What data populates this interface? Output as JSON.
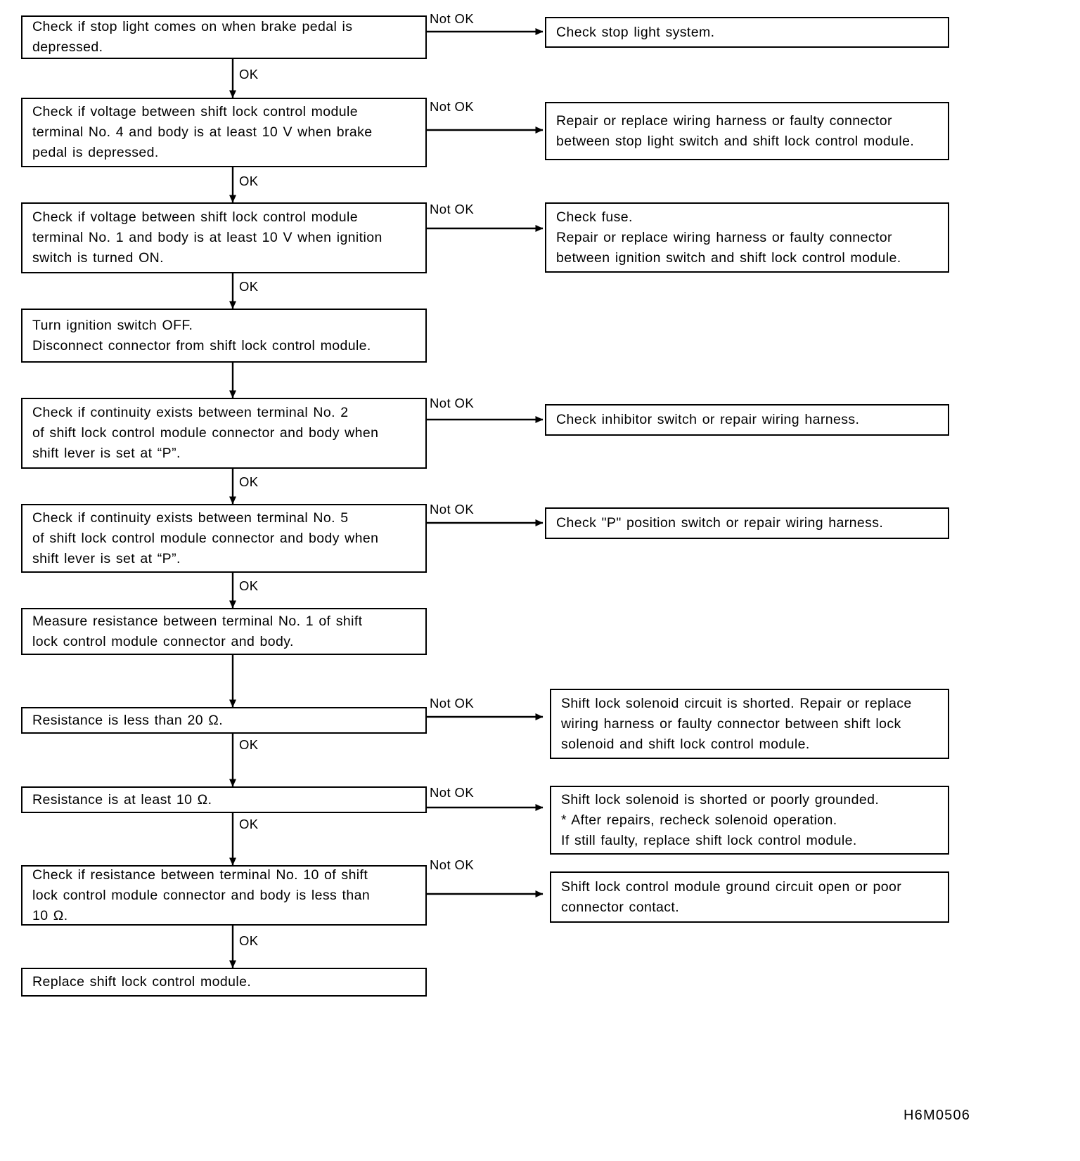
{
  "diagram": {
    "figure_code": "H6M0506",
    "edge_labels": {
      "ok": "OK",
      "not_ok": "Not OK"
    },
    "steps": [
      {
        "id": "step-stop-light",
        "text": "Check if stop light comes on when brake pedal is\ndepressed.",
        "branch_label": "Not OK",
        "flow_label": "OK",
        "result": {
          "id": "result-stop-light-system",
          "text": "Check stop light system."
        }
      },
      {
        "id": "step-voltage-terminal-4",
        "text": "Check if voltage between shift lock control module\nterminal No. 4 and body is at least 10 V when brake\npedal is depressed.",
        "branch_label": "Not OK",
        "flow_label": "OK",
        "result": {
          "id": "result-harness-stop-light-switch",
          "text": "Repair or replace wiring harness or faulty connector\nbetween stop light switch and shift lock control module."
        }
      },
      {
        "id": "step-voltage-terminal-1",
        "text": "Check if voltage between shift lock control module\nterminal No. 1 and body is at least 10 V when ignition\nswitch is turned ON.",
        "branch_label": "Not OK",
        "flow_label": "OK",
        "result": {
          "id": "result-check-fuse",
          "text": "Check fuse.\nRepair or replace wiring harness or faulty connector\nbetween ignition switch and shift lock control module."
        }
      },
      {
        "id": "step-turn-ignition-off",
        "text": "Turn ignition switch OFF.\nDisconnect connector from shift lock control module.",
        "branch_label": "",
        "flow_label": "",
        "result": null
      },
      {
        "id": "step-continuity-terminal-2",
        "text": "Check if continuity exists between terminal No. 2\nof shift lock control module connector and body when\nshift lever is set at “P”.",
        "branch_label": "Not OK",
        "flow_label": "OK",
        "result": {
          "id": "result-inhibitor-switch",
          "text": "Check inhibitor switch or repair wiring harness."
        }
      },
      {
        "id": "step-continuity-terminal-5",
        "text": "Check if continuity exists between terminal No. 5\nof shift lock control module connector and body when\nshift lever is set at “P”.",
        "branch_label": "Not OK",
        "flow_label": "OK",
        "result": {
          "id": "result-p-position-switch",
          "text": "Check \"P\" position switch or repair wiring harness."
        }
      },
      {
        "id": "step-measure-resistance-terminal-1",
        "text": "Measure resistance between terminal No. 1 of shift\nlock control module connector and body.",
        "branch_label": "",
        "flow_label": "",
        "result": null
      },
      {
        "id": "step-resistance-less-than-20",
        "text": "Resistance is less than 20 Ω.",
        "branch_label": "Not OK",
        "flow_label": "OK",
        "result": {
          "id": "result-solenoid-circuit-shorted",
          "text": "Shift lock solenoid circuit is shorted. Repair or replace\nwiring harness or faulty connector between shift lock\nsolenoid and shift lock control module."
        }
      },
      {
        "id": "step-resistance-at-least-10",
        "text": "Resistance is at least 10 Ω.",
        "branch_label": "Not OK",
        "flow_label": "OK",
        "result": {
          "id": "result-solenoid-shorted-grounded",
          "text": "Shift lock solenoid is shorted or poorly grounded.\n* After repairs, recheck solenoid operation.\nIf still faulty, replace shift lock control module."
        }
      },
      {
        "id": "step-resistance-terminal-10",
        "text": "Check if resistance between terminal No. 10 of shift\nlock control module connector and body is less than\n10 Ω.",
        "branch_label": "Not OK",
        "flow_label": "OK",
        "result": {
          "id": "result-ground-circuit-open",
          "text": "Shift lock control module ground circuit open or poor\nconnector contact."
        }
      },
      {
        "id": "step-replace-module",
        "text": "Replace shift lock control module.",
        "branch_label": "",
        "flow_label": "",
        "result": null
      }
    ]
  }
}
